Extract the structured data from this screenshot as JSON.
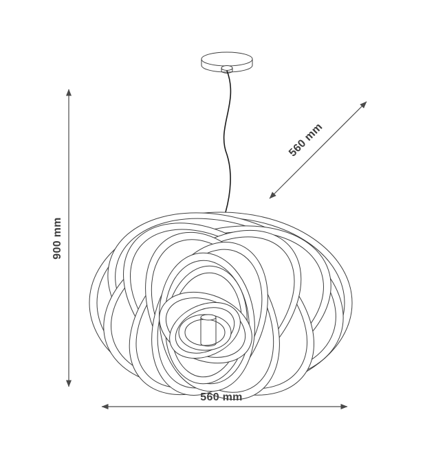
{
  "diagram": {
    "labels": {
      "height": "900 mm",
      "width": "560 mm",
      "diagonal": "560 mm"
    }
  }
}
